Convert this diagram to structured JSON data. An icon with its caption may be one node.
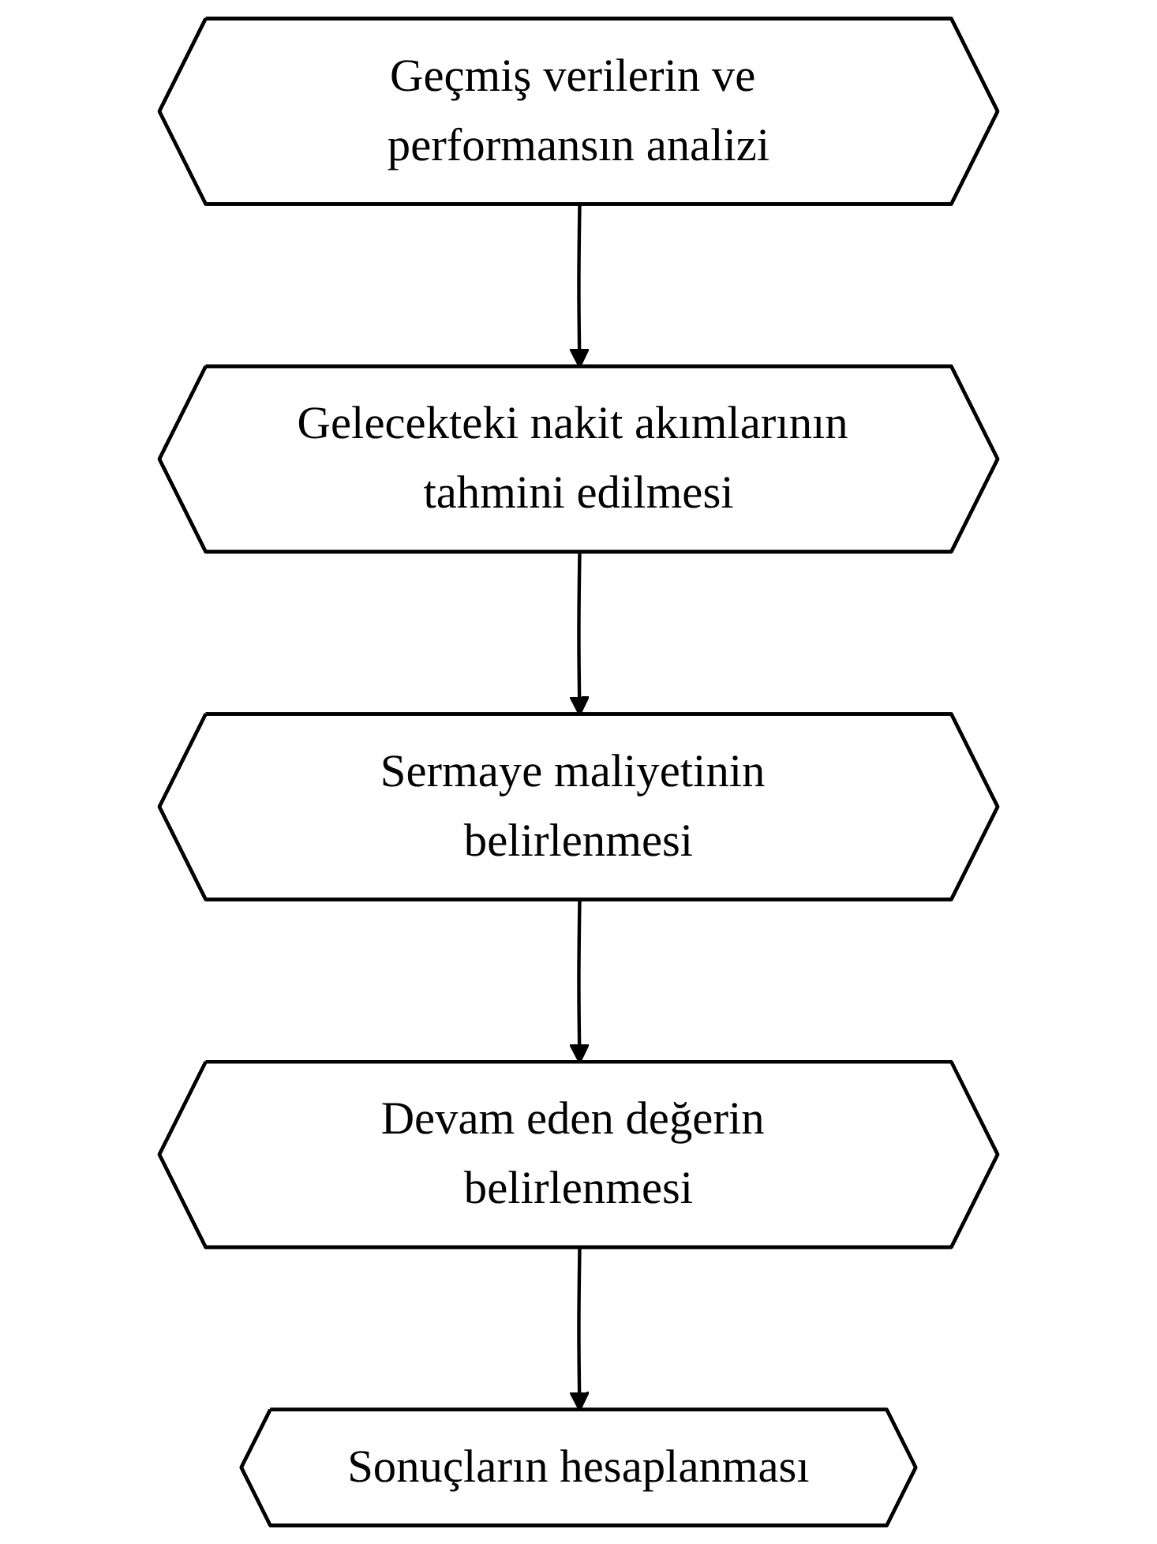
{
  "diagram": {
    "nodes": [
      {
        "text": [
          "Geçmiş verilerin ve performansın analizi"
        ]
      },
      {
        "text": [
          "Gelecekteki nakit akımlarının tahmini edilmesi"
        ]
      },
      {
        "text": [
          "Sermaye maliyetinin belirlenmesi"
        ]
      },
      {
        "text": [
          "Devam eden değerin belirlenmesi"
        ]
      },
      {
        "text": [
          "Sonuçların hesaplanması"
        ]
      }
    ],
    "edges": [
      {
        "from": 0,
        "to": 1,
        "arrow": "to"
      },
      {
        "from": 1,
        "to": 2,
        "arrow": "to"
      },
      {
        "from": 2,
        "to": 3,
        "arrow": "to"
      },
      {
        "from": 3,
        "to": 4,
        "arrow": "to"
      }
    ]
  }
}
